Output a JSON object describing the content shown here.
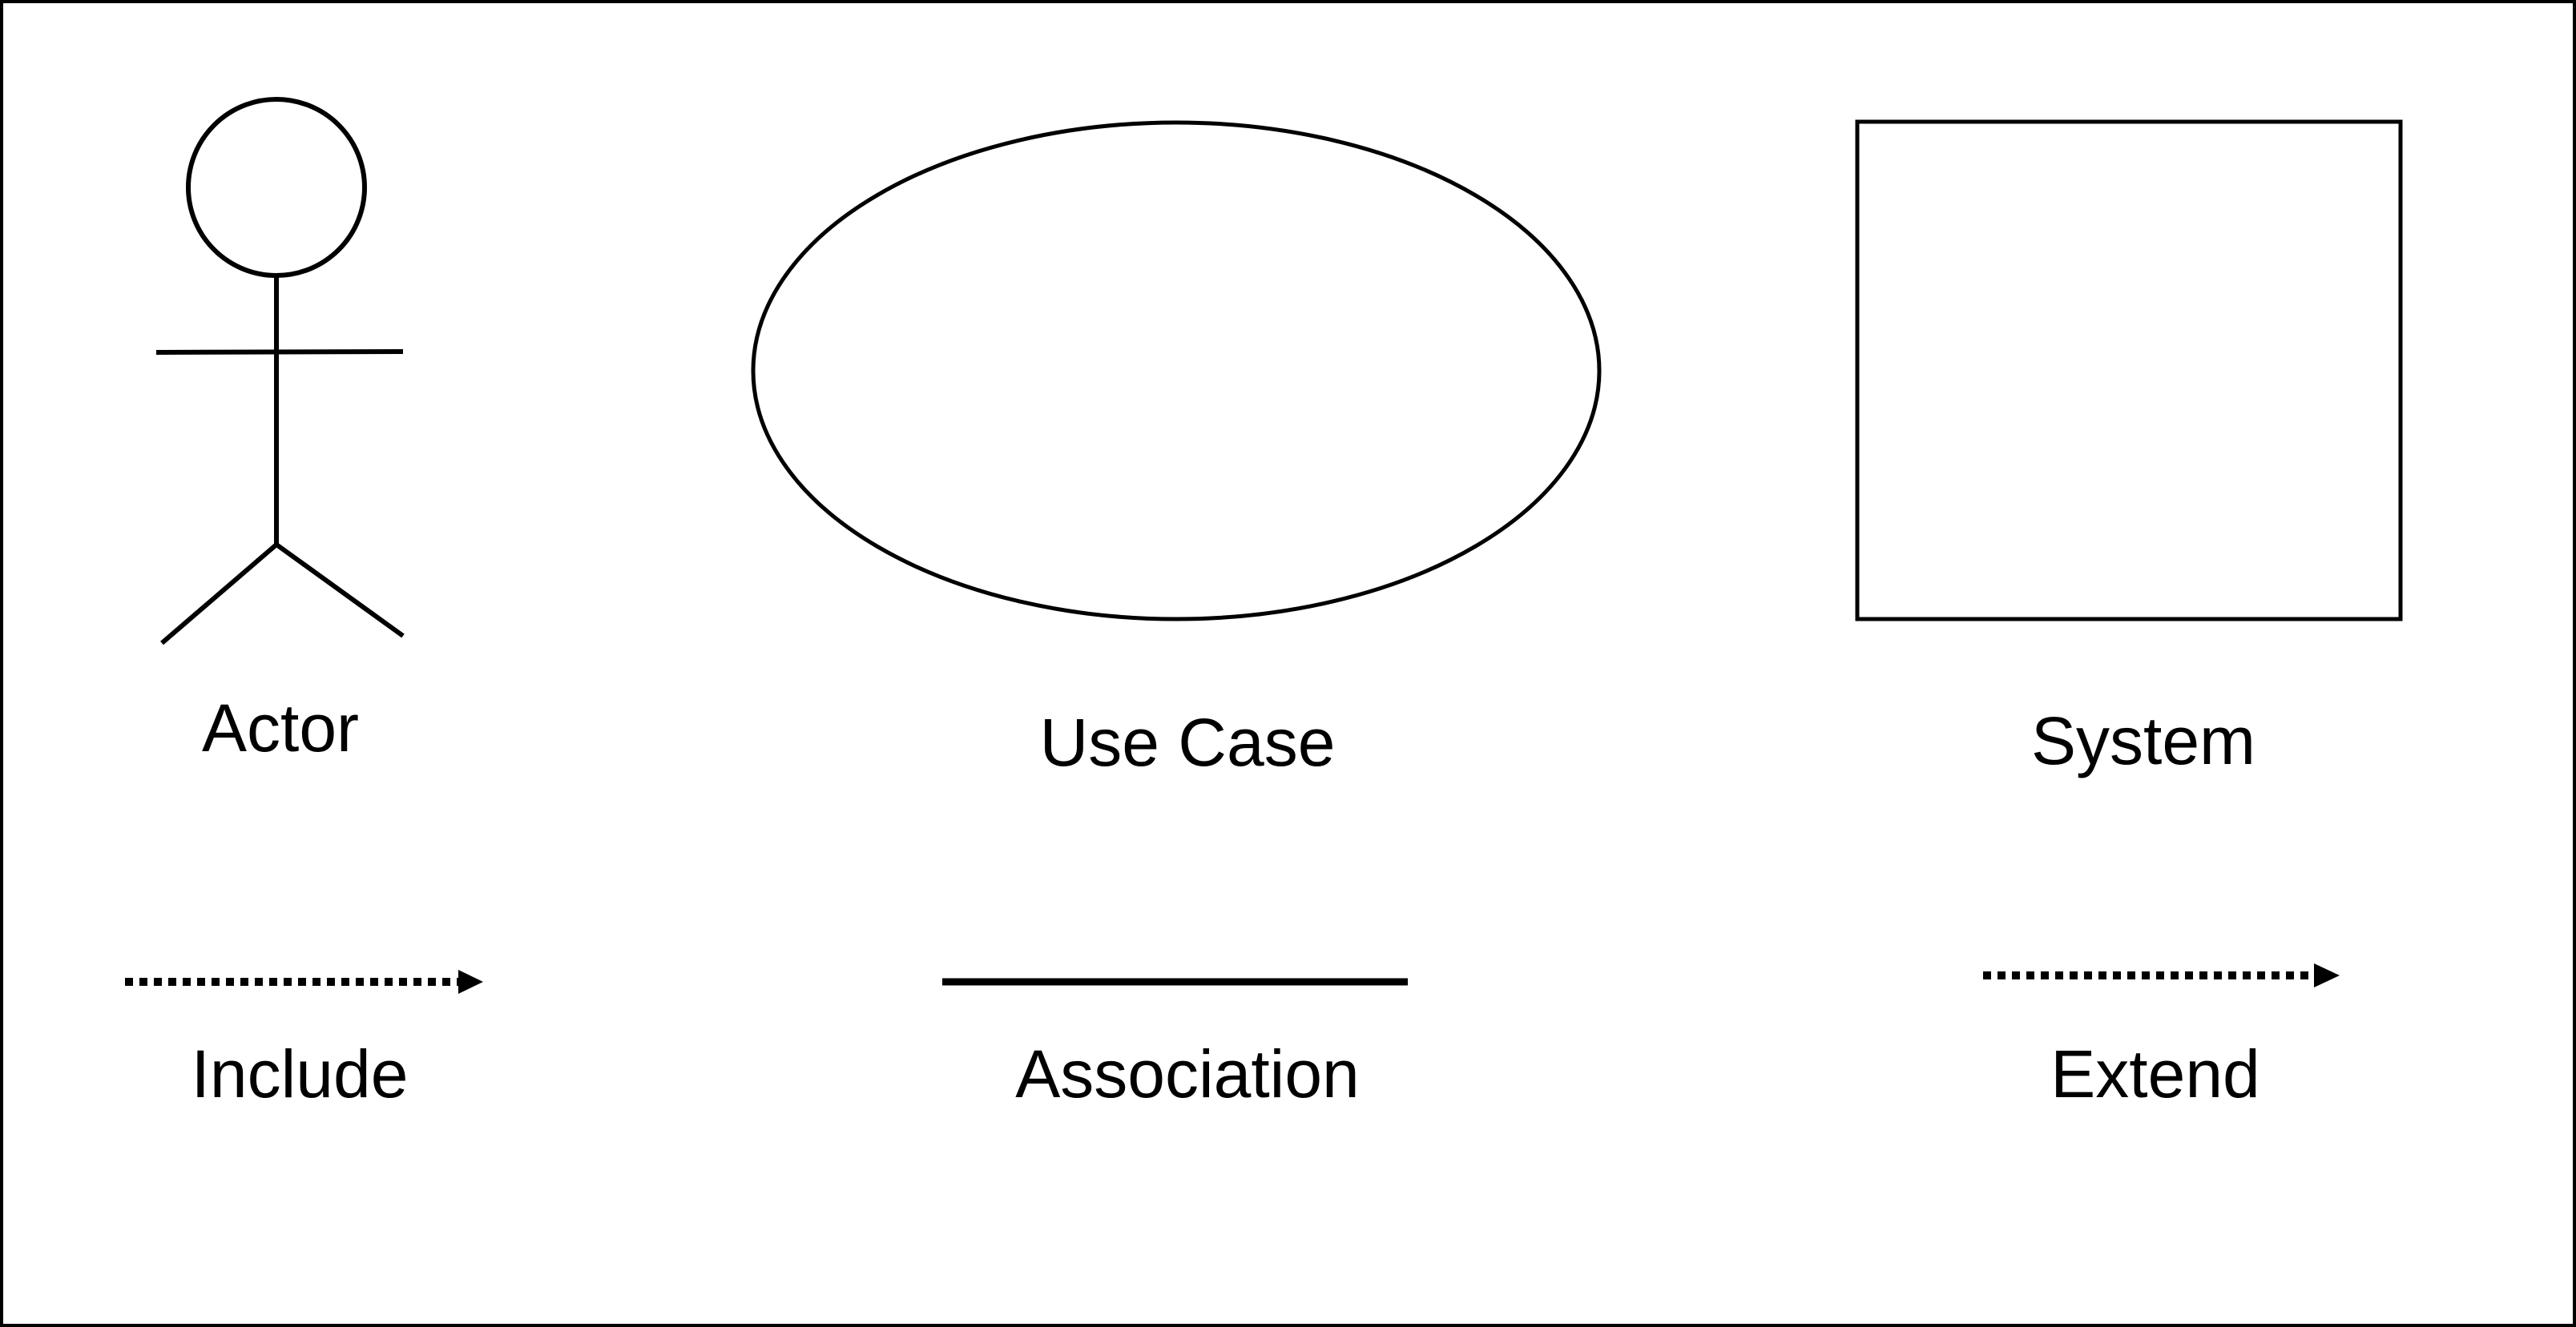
{
  "labels": {
    "actor": "Actor",
    "use_case": "Use Case",
    "system": "System",
    "include": "Include",
    "association": "Association",
    "extend": "Extend"
  },
  "colors": {
    "stroke": "#000000",
    "background": "#ffffff"
  }
}
